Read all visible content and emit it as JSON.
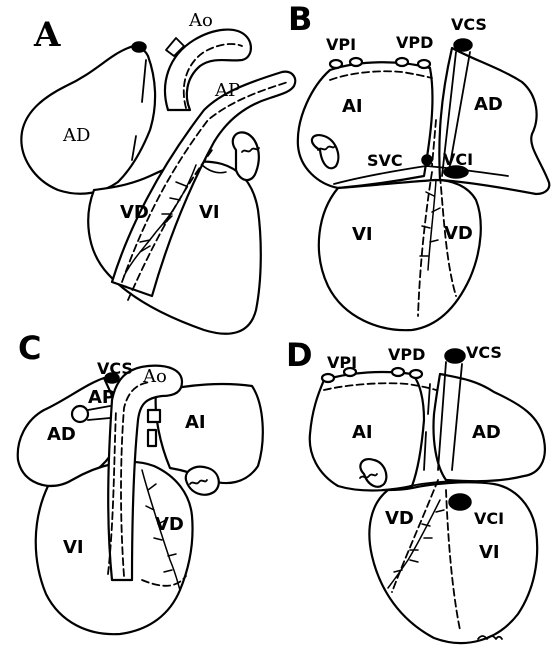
{
  "panels": {
    "a": {
      "letter": "A",
      "labels": {
        "ao": "Ao",
        "ap": "AP",
        "ad": "AD",
        "vd": "VD",
        "vi": "VI"
      }
    },
    "b": {
      "letter": "B",
      "labels": {
        "vpi": "VPI",
        "vpd": "VPD",
        "vcs": "VCS",
        "ai": "AI",
        "ad": "AD",
        "svc": "SVC",
        "vci": "VCI",
        "vi": "VI",
        "vd": "VD"
      }
    },
    "c": {
      "letter": "C",
      "labels": {
        "vcs": "VCS",
        "ao": "Ao",
        "ap": "AP",
        "ad": "AD",
        "ai": "AI",
        "vd": "VD",
        "vi": "VI"
      }
    },
    "d": {
      "letter": "D",
      "labels": {
        "vpi": "VPI",
        "vpd": "VPD",
        "vcs": "VCS",
        "ai": "AI",
        "ad": "AD",
        "vd": "VD",
        "vci": "VCI",
        "vi": "VI"
      }
    }
  }
}
